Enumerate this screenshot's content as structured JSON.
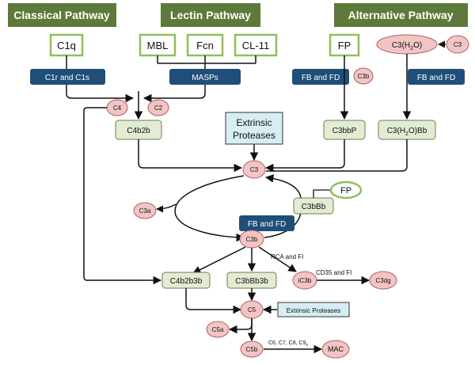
{
  "headers": {
    "classical": "Classical Pathway",
    "lectin": "Lectin Pathway",
    "alternative": "Alternative Pathway"
  },
  "initiators": {
    "c1q": "C1q",
    "mbl": "MBL",
    "fcn": "Fcn",
    "cl11": "CL-11",
    "fp_top": "FP"
  },
  "enzymes": {
    "c1r_c1s": "C1r and C1s",
    "masps": "MASPs",
    "fb_fd_1": "FB and FD",
    "fb_fd_2": "FB and FD",
    "fb_fd_3": "FB and FD"
  },
  "components": {
    "c3_h2o": "C3(H",
    "c3_h2o_sub": "2",
    "c3_h2o_end": "O)",
    "c3_top": "C3",
    "c3b_top": "C3b",
    "c4": "C4",
    "c2": "C2",
    "c3_center": "C3",
    "c3a": "C3a",
    "fp_loop": "FP",
    "c3b_center": "C3b",
    "ic3b": "iC3b",
    "c3dg": "C3dg",
    "c5": "C5",
    "c5a": "C5a",
    "c5b": "C5b",
    "mac": "MAC"
  },
  "convertases": {
    "c4b2b": "C4b2b",
    "c3bbp": "C3bbP",
    "c3h2obb_a": "C3(H",
    "c3h2obb_sub": "2",
    "c3h2obb_b": "O)Bb",
    "c3bbb": "C3bBb",
    "c4b2b3b": "C4b2b3b",
    "c3bbb3b": "C3bBb3b"
  },
  "boxes": {
    "extrinsic_line1": "Extrinsic",
    "extrinsic_line2": "Proteases",
    "extrinsic_small": "Extrinsic Proteases"
  },
  "labels": {
    "rca_fi": "RCA and FI",
    "cd35_fi": "CD35 and FI",
    "mac_components": "C6, C7, C8, C9",
    "mac_sub": "n"
  },
  "colors": {
    "header_green": "#5e7a3a",
    "initiator_border": "#8fbf5a",
    "enzyme_navy": "#1f4e79",
    "component_pink": "#f2c4c4",
    "component_border": "#b06060",
    "convertase_fill": "#e2ecd2",
    "convertase_border": "#6b7d55",
    "extrinsic_fill": "#d6eef3"
  }
}
